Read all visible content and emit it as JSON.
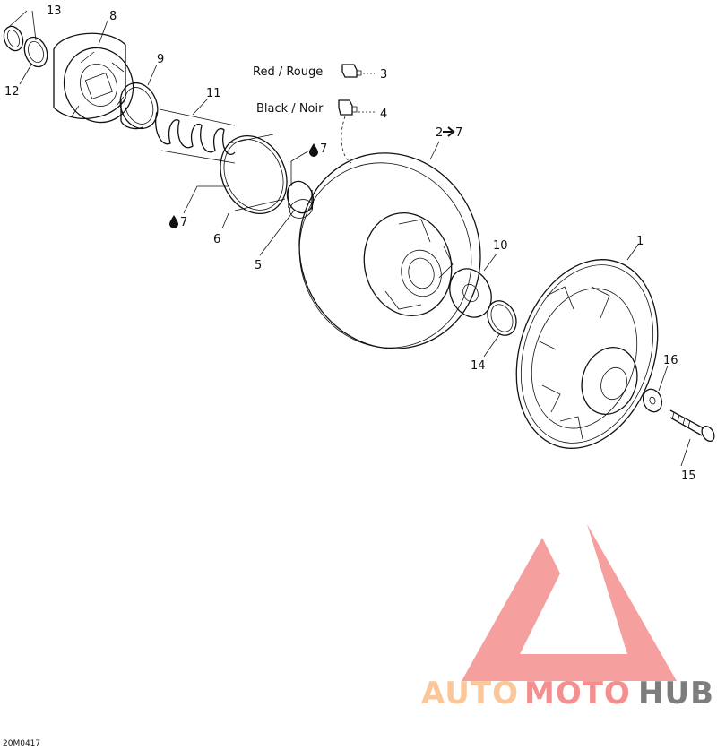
{
  "labels": {
    "p1": "1",
    "p2": "2",
    "p2_ref": "7",
    "p3": "3",
    "p4": "4",
    "p5": "5",
    "p6": "6",
    "p7a": "7",
    "p7b": "7",
    "p8": "8",
    "p9": "9",
    "p10": "10",
    "p11": "11",
    "p12": "12",
    "p13": "13",
    "p14": "14",
    "p15": "15",
    "p16": "16"
  },
  "wires": {
    "red": "Red / Rouge",
    "black": "Black / Noir"
  },
  "drawing_code": "20M0417",
  "watermark": {
    "part1": "AUTO",
    "part2": "MOTO",
    "part3": "HUB",
    "color_light": "#fbc79a",
    "color_red": "#f58e8e",
    "color_dark": "#7d7d7d"
  }
}
